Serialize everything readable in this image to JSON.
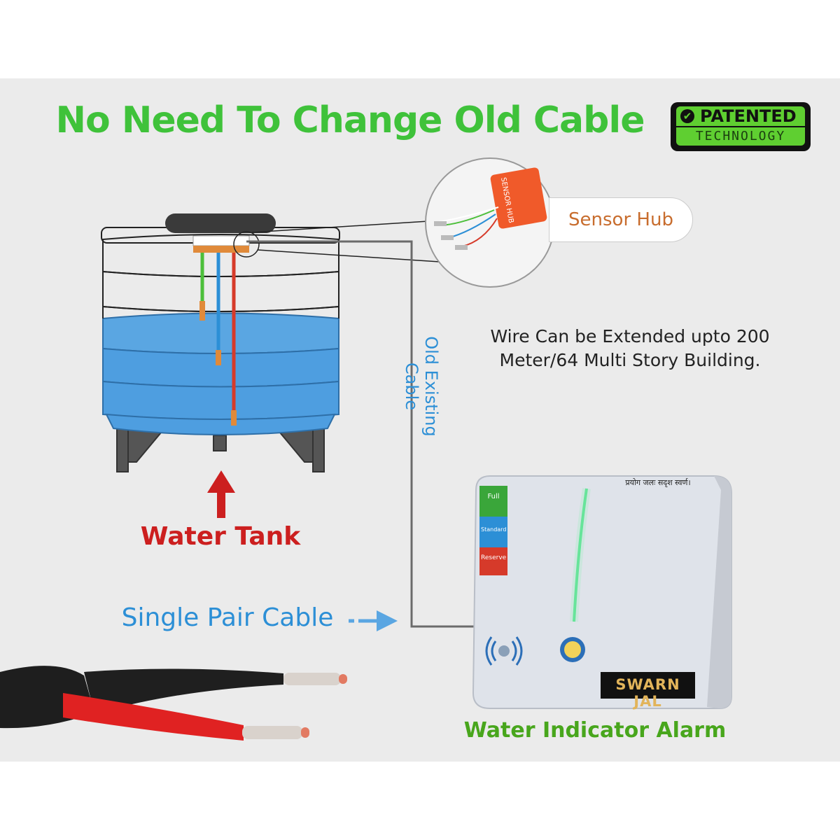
{
  "headline": "No Need To Change Old Cable",
  "badge": {
    "line1": "PATENTED",
    "line2": "TECHNOLOGY",
    "check_icon": "check-icon"
  },
  "sensor_hub": {
    "label": "Sensor Hub",
    "device_text": "SENSOR HUB"
  },
  "callout": "Wire Can be Extended upto 200 Meter/64 Multi Story Building.",
  "old_cable_label": "Old Existing Cable",
  "tank_label": "Water Tank",
  "cable_label": "Single Pair Cable",
  "device": {
    "motto": "प्रयोग जलः सदृश स्वर्ण।",
    "levels": [
      "Full",
      "Standard",
      "Reserve"
    ],
    "brand": "SWARN JAL"
  },
  "alarm_label": "Water Indicator Alarm",
  "colors": {
    "headline": "#3fc23a",
    "tank_label": "#cc1f1f",
    "cable_label": "#2c8fd6",
    "alarm_label": "#48a61c",
    "hub_label": "#c86d2e"
  }
}
